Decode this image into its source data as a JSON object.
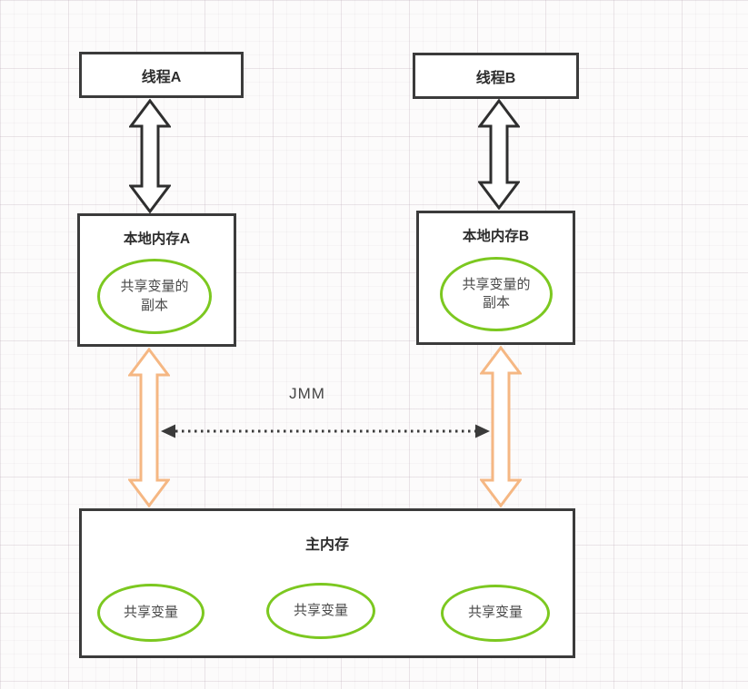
{
  "diagram_title": "JMM",
  "colors": {
    "box_border": "#3b3b3b",
    "ellipse_green": "#7cc820",
    "arrow_orange": "#f5b783",
    "arrow_black": "#2f2f2f",
    "dotted_arrow": "#3a3a3a",
    "title_text": "#2d2d2d",
    "ellipse_text": "#4a4a4a"
  },
  "threads": [
    {
      "label": "线程A"
    },
    {
      "label": "线程B"
    }
  ],
  "local_memories": [
    {
      "title": "本地内存A",
      "copy_line1": "共享变量的",
      "copy_line2": "副本"
    },
    {
      "title": "本地内存B",
      "copy_line1": "共享变量的",
      "copy_line2": "副本"
    }
  ],
  "jmm": {
    "label": "JMM"
  },
  "main_memory": {
    "title": "主内存",
    "shared_vars": [
      "共享变量",
      "共享变量",
      "共享变量"
    ]
  }
}
